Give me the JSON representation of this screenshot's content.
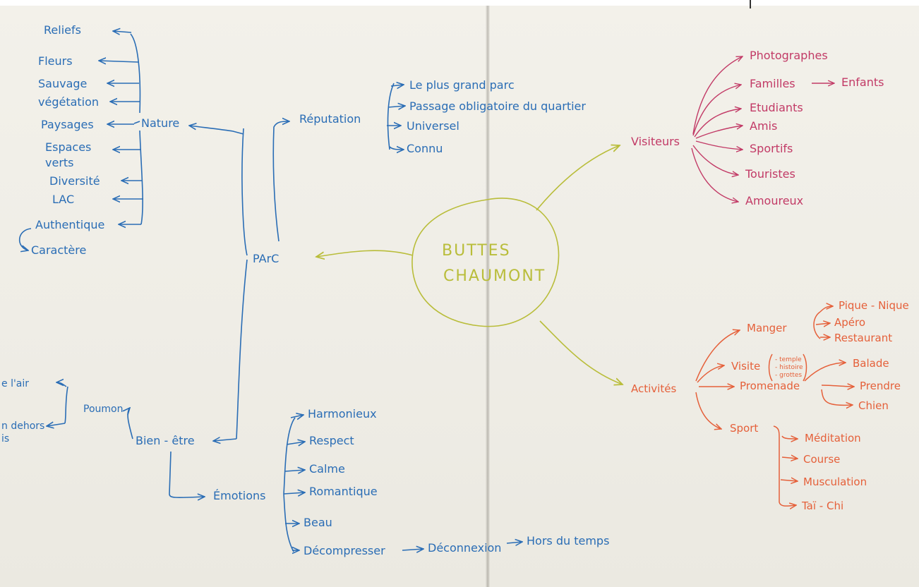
{
  "center": {
    "line1": "BUTTES",
    "line2": "CHAUMONT"
  },
  "parc": {
    "label": "PArC",
    "reputation": {
      "label": "Réputation",
      "items": [
        "Le plus grand parc",
        "Passage obligatoire du quartier",
        "Universel",
        "Connu"
      ]
    },
    "nature": {
      "label": "Nature",
      "items": [
        "Reliefs",
        "Fleurs",
        "Sauvage",
        "végétation",
        "Paysages",
        "Espaces",
        "verts",
        "Diversité",
        "LAC",
        "Authentique"
      ],
      "sub": "Caractère"
    },
    "bien_etre": {
      "label": "Bien - être",
      "poumon": "Poumon",
      "poumon_items": [
        "e l'air",
        "n dehors",
        "is"
      ],
      "emotions": {
        "label": "Émotions",
        "items": [
          "Harmonieux",
          "Respect",
          "Calme",
          "Romantique",
          "Beau",
          "Décompresser"
        ],
        "chain": [
          "Déconnexion",
          "Hors du temps"
        ]
      }
    }
  },
  "visiteurs": {
    "label": "Visiteurs",
    "items": [
      "Photographes",
      "Familles",
      "Etudiants",
      "Amis",
      "Sportifs",
      "Touristes",
      "Amoureux"
    ],
    "familles_sub": "Enfants"
  },
  "activites": {
    "label": "Activités",
    "manger": {
      "label": "Manger",
      "items": [
        "Pique - Nique",
        "Apéro",
        "Restaurant"
      ]
    },
    "visite": {
      "label": "Visite",
      "notes": [
        "- temple",
        "- histoire",
        "- grottes"
      ]
    },
    "promenade": {
      "label": "Promenade",
      "items": [
        "Balade",
        "Prendre",
        "Chien"
      ]
    },
    "sport": {
      "label": "Sport",
      "items": [
        "Méditation",
        "Course",
        "Musculation",
        "Taï - Chi"
      ]
    }
  },
  "colors": {
    "blue": "#2a6db5",
    "red": "#c23a66",
    "orange": "#e5603a",
    "green": "#b9bd3a"
  }
}
